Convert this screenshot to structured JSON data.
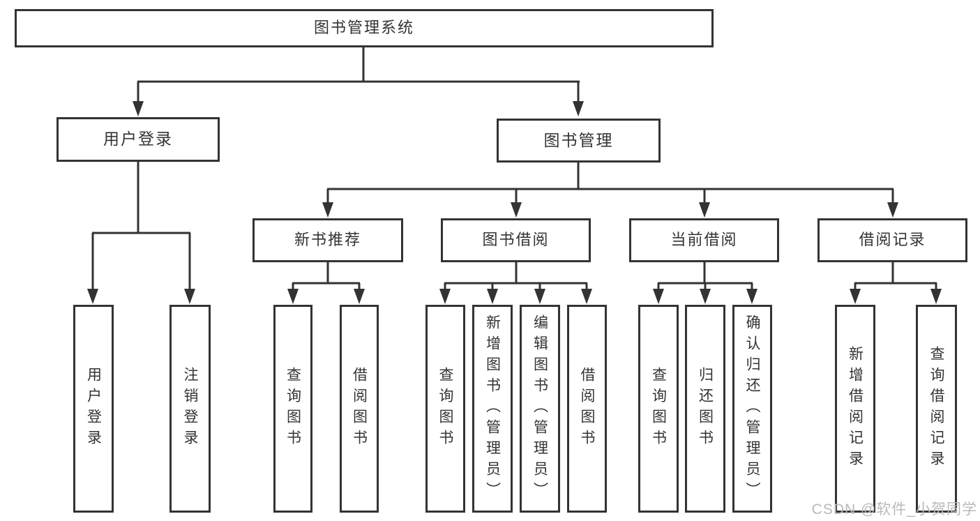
{
  "diagram": {
    "root": {
      "label": "图书管理系统"
    },
    "level2": [
      {
        "label": "用户登录"
      },
      {
        "label": "图书管理"
      }
    ],
    "level3": [
      {
        "label": "新书推荐"
      },
      {
        "label": "图书借阅"
      },
      {
        "label": "当前借阅"
      },
      {
        "label": "借阅记录"
      }
    ],
    "leaves": {
      "user_login": [
        {
          "label": "用户登录"
        },
        {
          "label": "注销登录"
        }
      ],
      "new_book": [
        {
          "label": "查询图书"
        },
        {
          "label": "借阅图书"
        }
      ],
      "book_borrow": [
        {
          "label": "查询图书"
        },
        {
          "label": "新增图书（管理员）"
        },
        {
          "label": "编辑图书（管理员）"
        },
        {
          "label": "借阅图书"
        }
      ],
      "current_borrow": [
        {
          "label": "查询图书"
        },
        {
          "label": "归还图书"
        },
        {
          "label": "确认归还（管理员）"
        }
      ],
      "borrow_records": [
        {
          "label": "新增借阅记录"
        },
        {
          "label": "查询借阅记录"
        }
      ]
    }
  },
  "watermark": {
    "text": "CSDN @软件_小贺同学"
  },
  "colors": {
    "line": "#333333",
    "box_border": "#333333",
    "text": "#333333",
    "watermark": "#b9b9b9",
    "background": "#ffffff"
  }
}
